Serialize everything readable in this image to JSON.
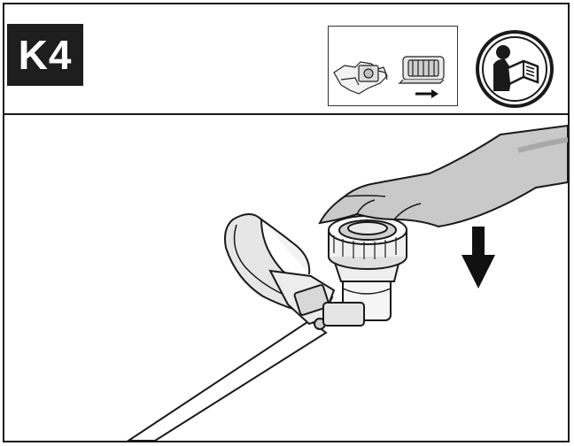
{
  "header": {
    "step_label": "K4",
    "thumbnail_icon": "trimmer-guard-assembly-thumbnail",
    "manual_icon": "read-manual-icon"
  },
  "illustration": {
    "subject": "hand-pressing-spool-cap",
    "direction_icon": "arrow-down-icon"
  },
  "colors": {
    "ink": "#1a1a1a",
    "badge_bg": "#1e1e1e",
    "hand_fill": "#c9c9c9",
    "hand_shadow": "#a9a9a9",
    "guard_fill": "#e6e6e6"
  }
}
